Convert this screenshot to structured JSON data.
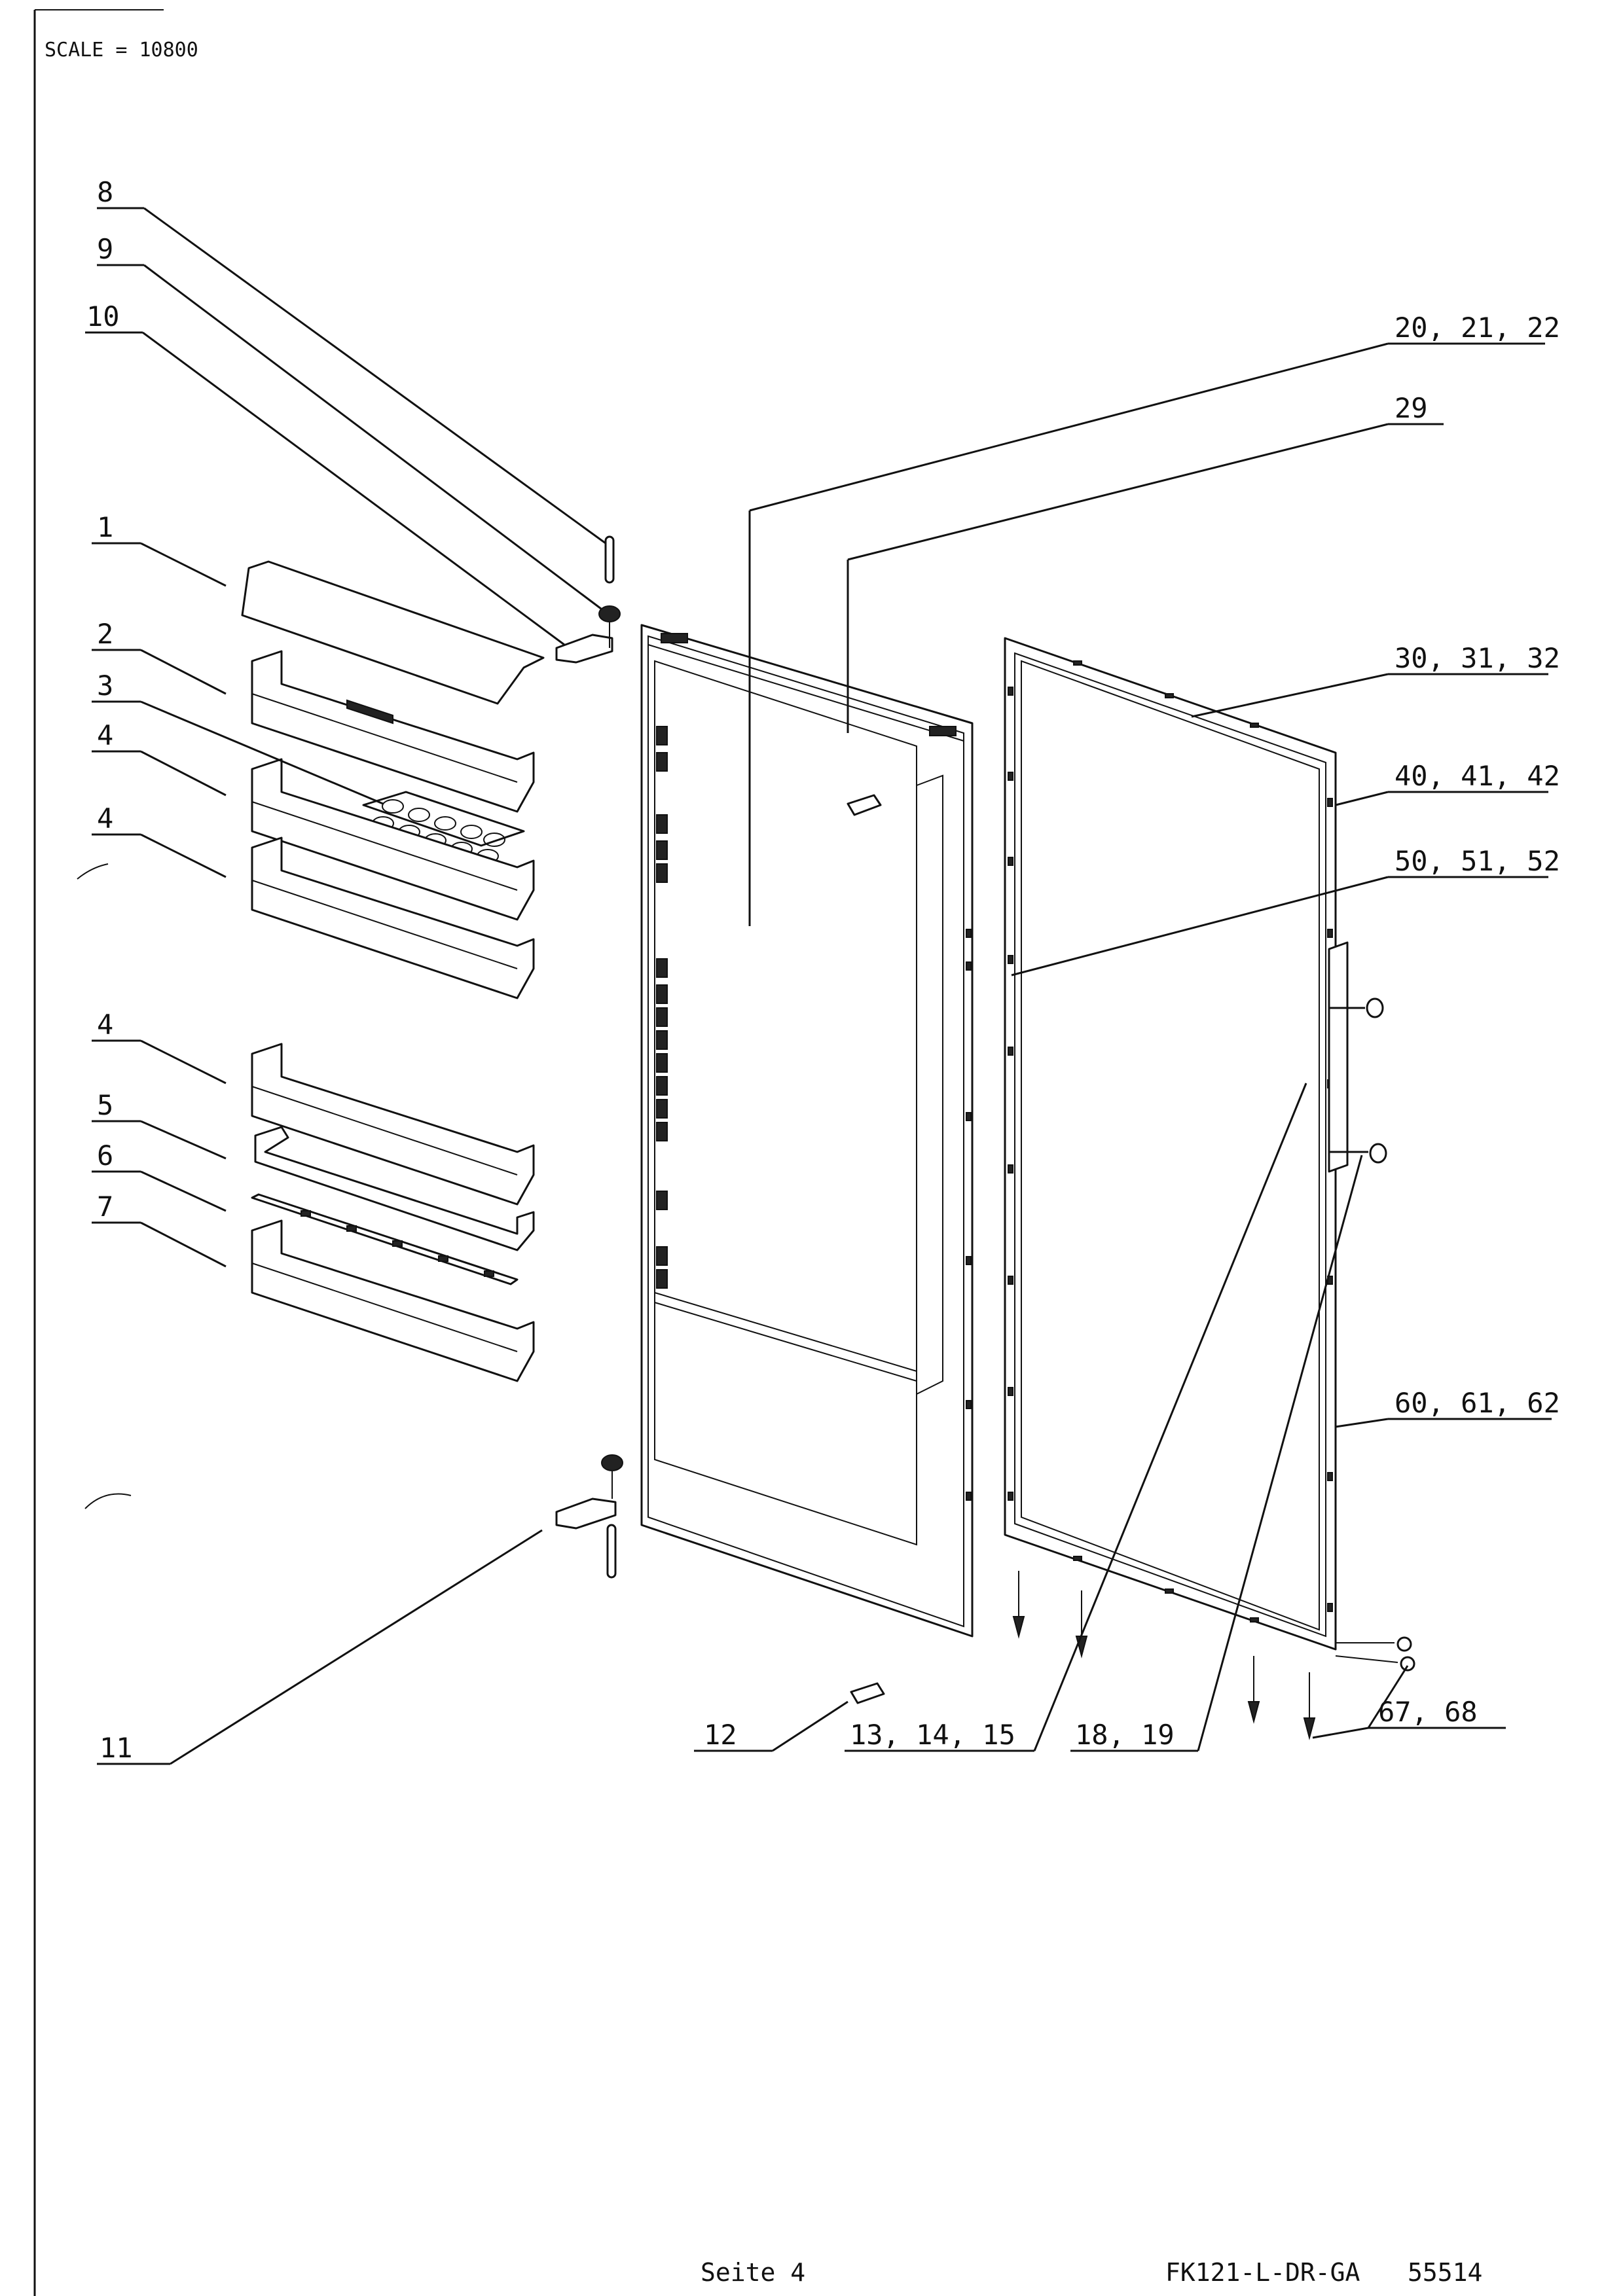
{
  "header": {
    "scale": "SCALE = 10800"
  },
  "footer": {
    "page": "Seite 4",
    "model": "FK121-L-DR-GA",
    "number": "55514"
  },
  "callouts": [
    {
      "id": "c-8",
      "text": "8"
    },
    {
      "id": "c-9",
      "text": "9"
    },
    {
      "id": "c-10",
      "text": "10"
    },
    {
      "id": "c-1",
      "text": "1"
    },
    {
      "id": "c-2",
      "text": "2"
    },
    {
      "id": "c-3",
      "text": "3"
    },
    {
      "id": "c-4a",
      "text": "4"
    },
    {
      "id": "c-4b",
      "text": "4"
    },
    {
      "id": "c-4c",
      "text": "4"
    },
    {
      "id": "c-5",
      "text": "5"
    },
    {
      "id": "c-6",
      "text": "6"
    },
    {
      "id": "c-7",
      "text": "7"
    },
    {
      "id": "c-11",
      "text": "11"
    },
    {
      "id": "c-12",
      "text": "12"
    },
    {
      "id": "c-13",
      "text": "13, 14, 15"
    },
    {
      "id": "c-18",
      "text": "18, 19"
    },
    {
      "id": "c-20",
      "text": "20, 21, 22"
    },
    {
      "id": "c-29",
      "text": "29"
    },
    {
      "id": "c-30",
      "text": "30, 31, 32"
    },
    {
      "id": "c-40",
      "text": "40, 41, 42"
    },
    {
      "id": "c-50",
      "text": "50, 51, 52"
    },
    {
      "id": "c-60",
      "text": "60, 61, 62"
    },
    {
      "id": "c-67",
      "text": "67, 68"
    }
  ]
}
